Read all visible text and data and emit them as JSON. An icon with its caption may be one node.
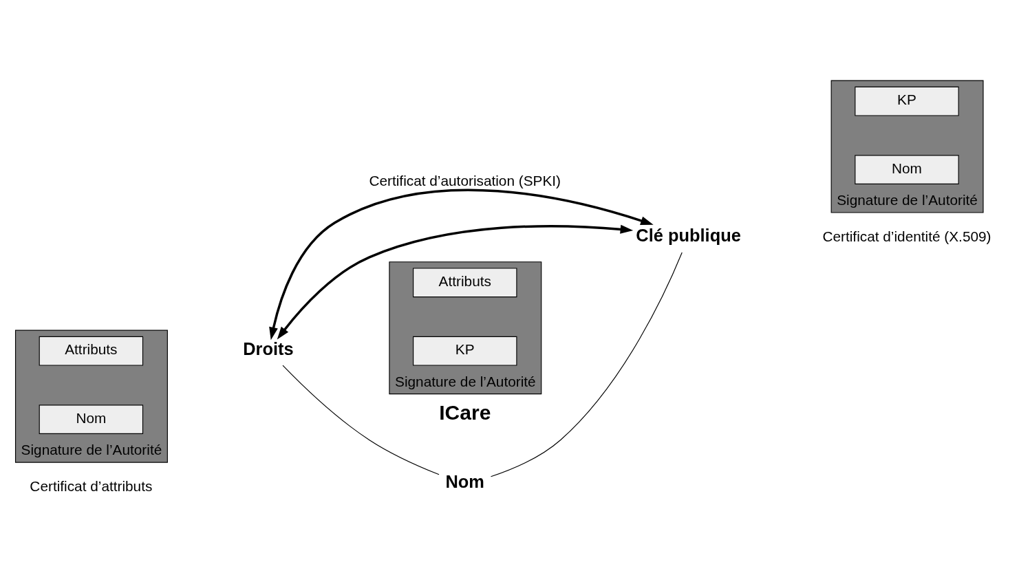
{
  "diagram": {
    "nodes": [
      {
        "text": [
          "Droits"
        ]
      },
      {
        "text": [
          "Clé publique"
        ]
      },
      {
        "text": [
          "Nom"
        ]
      },
      {
        "text": [
          "Signature de l’Autorité"
        ]
      },
      {
        "text": [
          "KP"
        ],
        "in": 3
      },
      {
        "text": [
          "Attributs"
        ],
        "in": 3
      },
      {
        "text": [
          "Signature de l’Autorité"
        ],
        "beside": [
          "Certificat d’attributs"
        ]
      },
      {
        "text": [
          "Nom"
        ],
        "in": 6
      },
      {
        "text": [
          "Attributs"
        ],
        "in": 6
      },
      {
        "text": [
          "Signature de l’Autorité"
        ],
        "beside": [
          "Certificat d’identité (X.509)"
        ]
      },
      {
        "text": [
          "Nom"
        ],
        "in": 9
      },
      {
        "text": [
          "KP"
        ],
        "in": 9
      }
    ],
    "edges": [
      {
        "from": 0,
        "to": 1,
        "arrow": "both",
        "style": "thick",
        "label": "Certificat d’autorisation (SPKI)"
      },
      {
        "from": 0,
        "to": 2,
        "arrow": "none"
      },
      {
        "from": 2,
        "to": 1,
        "arrow": "none"
      },
      {
        "from": 0,
        "to": 1,
        "arrow": "both",
        "style": "thick"
      }
    ],
    "labels": [
      "ICare"
    ]
  }
}
